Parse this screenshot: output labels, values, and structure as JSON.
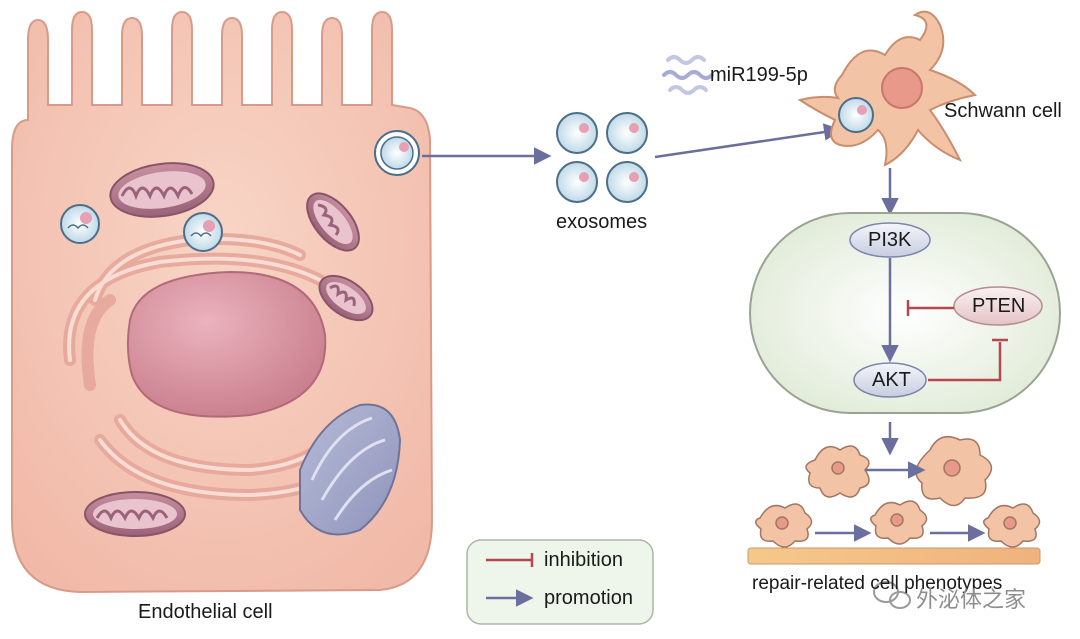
{
  "labels": {
    "endothelial_cell": "Endothelial cell",
    "exosomes": "exosomes",
    "mirna": "miR199-5p",
    "schwann_cell": "Schwann cell",
    "phenotypes": "repair-related cell phenotypes"
  },
  "pathway": {
    "pi3k": "PI3K",
    "pten": "PTEN",
    "akt": "AKT"
  },
  "legend": {
    "inhibition": "inhibition",
    "promotion": "promotion"
  },
  "watermark": "外泌体之家",
  "colors": {
    "cell_fill": "#f6c9b8",
    "nucleus": "#d98f9c",
    "promotion_arrow": "#6a6f9e",
    "inhibition_arrow": "#b5474e",
    "pathway_bg": "#eef4e8",
    "legend_bg": "#eef5ea"
  }
}
